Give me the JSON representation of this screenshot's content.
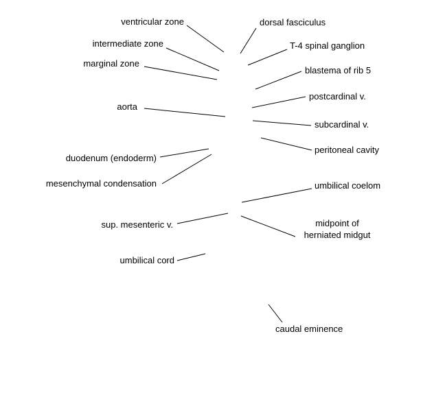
{
  "diagram": {
    "colors": {
      "text": "#000000",
      "line": "#000000",
      "background": "#ffffff"
    },
    "labels": {
      "ventricular_zone": "ventricular zone",
      "intermediate_zone": "intermediate zone",
      "marginal_zone": "marginal zone",
      "aorta": "aorta",
      "duodenum": "duodenum (endoderm)",
      "mesenchymal_condensation": "mesenchymal condensation",
      "sup_mesenteric": "sup. mesenteric v.",
      "umbilical_cord": "umbilical cord",
      "dorsal_fasciculus": "dorsal fasciculus",
      "t4_ganglion": "T-4 spinal ganglion",
      "blastema_rib5": "blastema of rib 5",
      "postcardinal": "postcardinal v.",
      "subcardinal": "subcardinal v.",
      "peritoneal_cavity": "peritoneal cavity",
      "umbilical_coelom": "umbilical coelom",
      "midpoint_line1": "midpoint of",
      "midpoint_line2": "herniated midgut",
      "caudal_eminence": "caudal eminence"
    }
  }
}
